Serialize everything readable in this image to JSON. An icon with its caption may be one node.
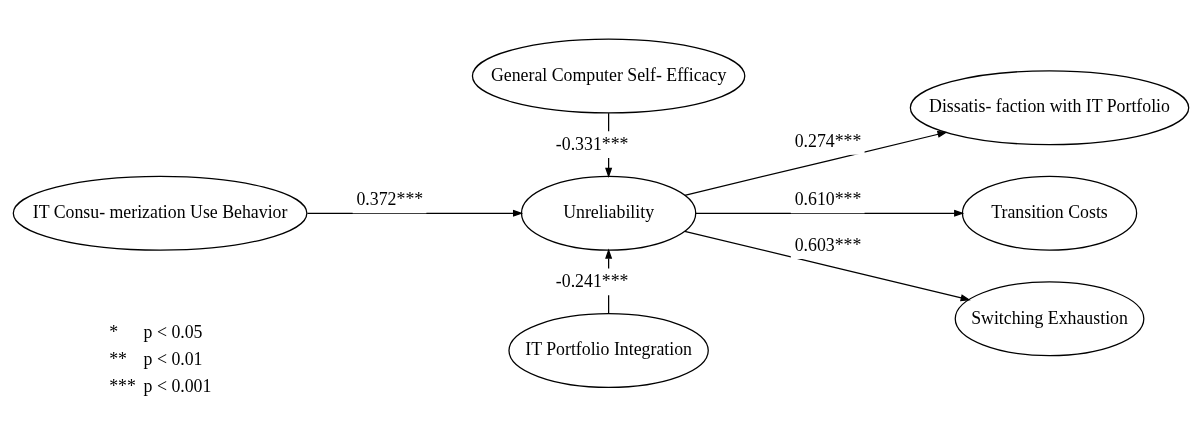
{
  "diagram": {
    "nodes": [
      {
        "text": [
          "General Computer Self- Efficacy"
        ]
      },
      {
        "text": [
          "IT Consu- merization Use Behavior"
        ]
      },
      {
        "text": [
          "Unreliability"
        ]
      },
      {
        "text": [
          "Dissatis- faction with IT Portfolio"
        ]
      },
      {
        "text": [
          "Transition Costs"
        ]
      },
      {
        "text": [
          "Switching Exhaustion"
        ]
      },
      {
        "text": [
          "IT Portfolio Integration"
        ]
      }
    ],
    "edges": [
      {
        "from": 1,
        "to": 2,
        "arrow": "to",
        "label": "0.372***"
      },
      {
        "from": 0,
        "to": 2,
        "arrow": "to",
        "label": "-0.331***"
      },
      {
        "from": 6,
        "to": 2,
        "arrow": "to",
        "label": "-0.241***"
      },
      {
        "from": 2,
        "to": 3,
        "arrow": "to",
        "label": "0.274***"
      },
      {
        "from": 2,
        "to": 4,
        "arrow": "to",
        "label": "0.610***"
      },
      {
        "from": 2,
        "to": 5,
        "arrow": "to",
        "label": "0.603***"
      }
    ],
    "labels": [
      "*",
      "p < 0.05",
      "**",
      "p < 0.01",
      "***",
      "p < 0.001"
    ]
  }
}
